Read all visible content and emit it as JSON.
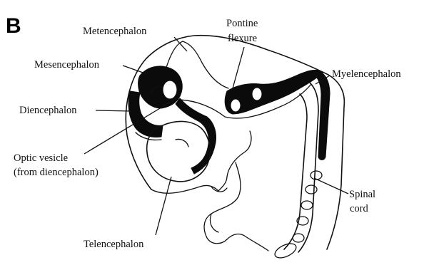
{
  "panel_letter": "B",
  "labels": {
    "metencephalon": "Metencephalon",
    "pontine_flexure_line1": "Pontine",
    "pontine_flexure_line2": "flexure",
    "mesencephalon": "Mesencephalon",
    "myelencephalon": "Myelencephalon",
    "diencephalon": "Diencephalon",
    "optic_vesicle_line1": "Optic vesicle",
    "optic_vesicle_line2": "(from diencephalon)",
    "spinal_cord_line1": "Spinal",
    "spinal_cord_line2": "cord",
    "telencephalon": "Telencephalon"
  }
}
